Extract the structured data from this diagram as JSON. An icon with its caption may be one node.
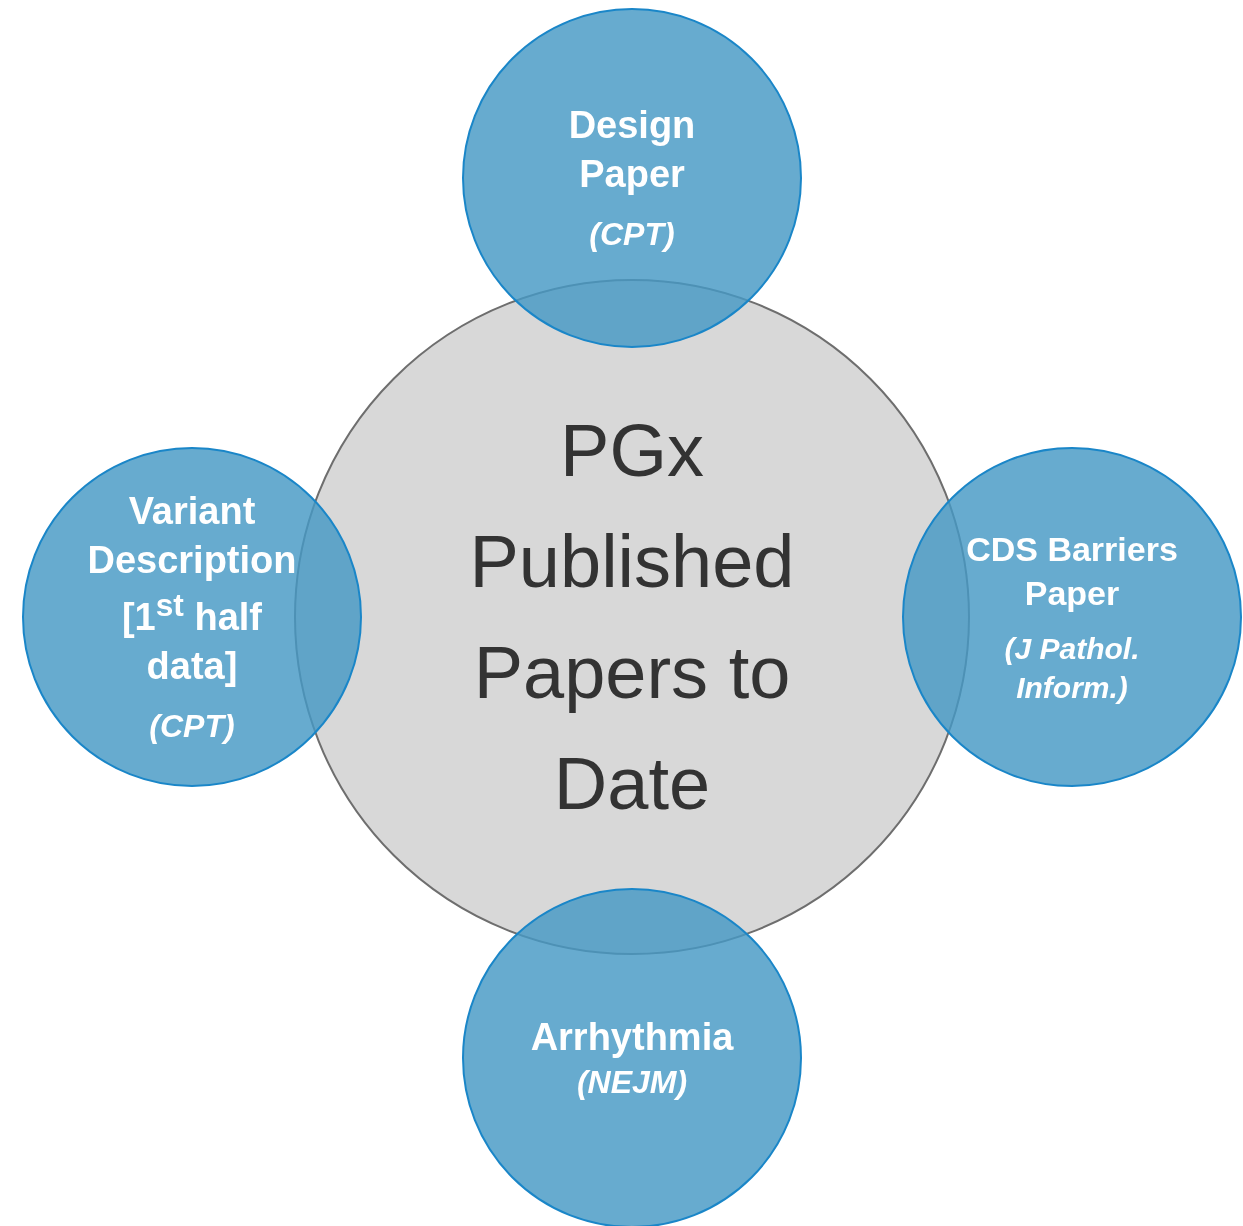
{
  "diagram": {
    "nodes": [
      {
        "text": [
          "Design Paper",
          "(CPT)"
        ]
      },
      {
        "text": [
          "Variant Description [1$^{st}$ half data]",
          "(CPT)"
        ]
      },
      {
        "text": [
          "PGx Published Papers to Date"
        ]
      },
      {
        "text": [
          "CDS Barriers Paper",
          "(J Pathol. Inform.)"
        ]
      },
      {
        "text": [
          "Arrhythmia",
          "(NEJM)"
        ]
      }
    ],
    "edges": []
  }
}
